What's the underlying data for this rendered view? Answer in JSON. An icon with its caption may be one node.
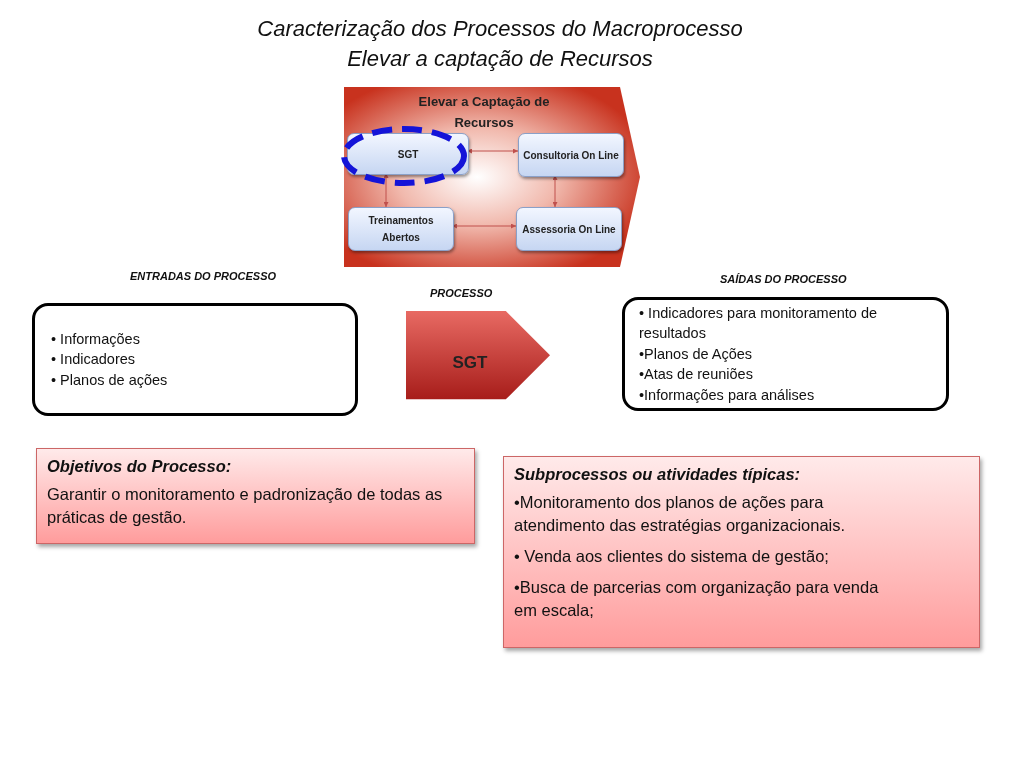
{
  "diagram": {
    "title": "Caracterização dos Processos  do  Macroprocesso Elevar a captação de Recursos",
    "nodes": [
      {
        "text": [
          "Elevar a Captação de Recursos"
        ]
      },
      {
        "text": [
          "SGT"
        ],
        "in": 0
      },
      {
        "text": [
          "Consultoria On Line"
        ],
        "in": 0
      },
      {
        "text": [
          "Treinamentos Abertos"
        ],
        "in": 0
      },
      {
        "text": [
          "Assessoria On Line"
        ],
        "in": 0
      },
      {
        "text": [
          "ENTRADAS DO PROCESSO",
          "•  Informações",
          "•  Indicadores",
          "•  Planos de ações"
        ]
      },
      {
        "text": [
          "PROCESSO",
          "SGT"
        ]
      },
      {
        "text": [
          "SAÍDAS DO PROCESSO",
          "• Indicadores para monitoramento de resultados",
          "•Planos de Ações",
          "•Atas de reuniões",
          "•Informações para análises"
        ]
      },
      {
        "text": [
          "Objetivos do Processo:",
          "Garantir o monitoramento e padronização de todas as práticas de gestão."
        ]
      },
      {
        "text": [
          "Subprocessos ou atividades típicas:",
          "•Monitoramento dos planos de ações para atendimento das estratégias organizacionais.",
          "• Venda aos clientes do sistema de gestão;",
          "•Busca de parcerias com organização para venda em escala;"
        ]
      }
    ],
    "edges": [
      {
        "from": 1,
        "to": 2,
        "arrow": "both"
      },
      {
        "from": 1,
        "to": 3,
        "arrow": "both"
      },
      {
        "from": 3,
        "to": 4,
        "arrow": "both"
      },
      {
        "from": 2,
        "to": 4,
        "arrow": "both"
      }
    ]
  }
}
